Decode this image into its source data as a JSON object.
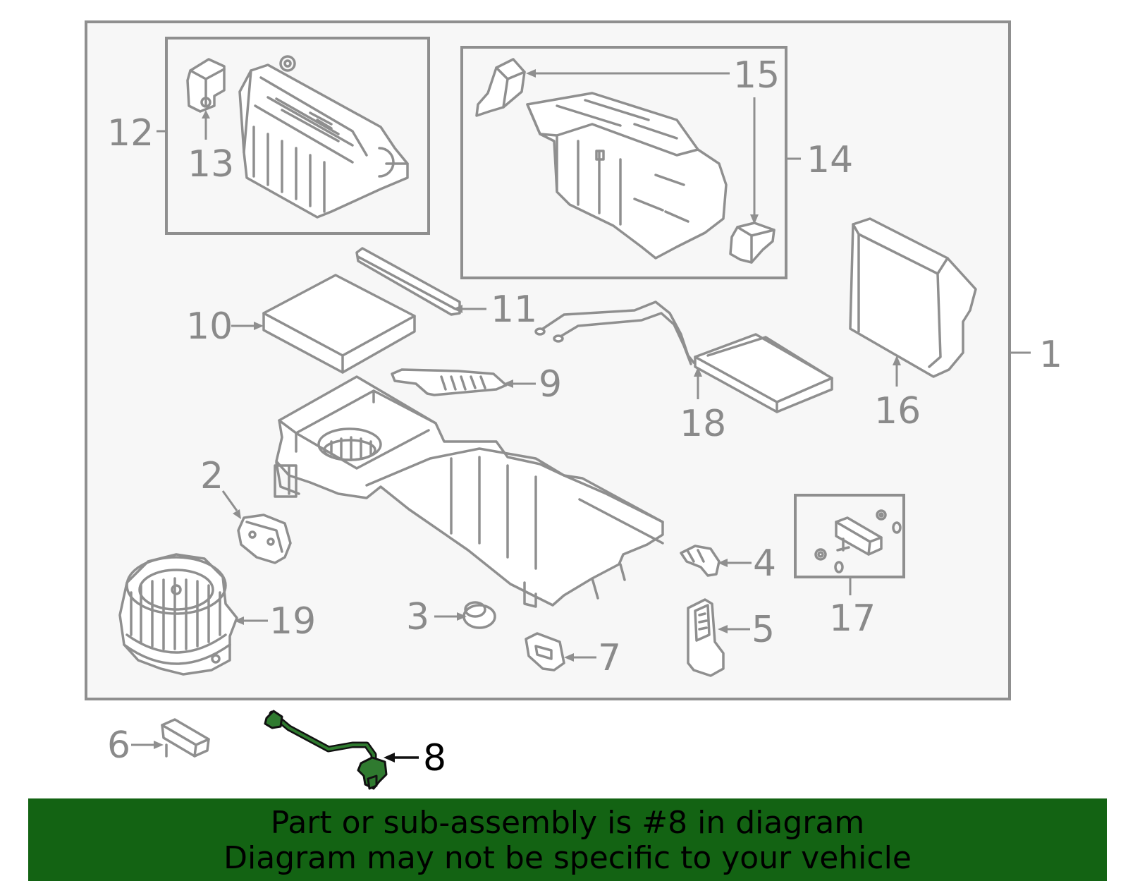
{
  "callouts": {
    "c1": "1",
    "c2": "2",
    "c3": "3",
    "c4": "4",
    "c5": "5",
    "c6": "6",
    "c7": "7",
    "c8": "8",
    "c9": "9",
    "c10": "10",
    "c11": "11",
    "c12": "12",
    "c13": "13",
    "c14": "14",
    "c15": "15",
    "c16": "16",
    "c17": "17",
    "c18": "18",
    "c19": "19"
  },
  "highlight": {
    "part": "8",
    "color": "#2f7a2f"
  },
  "banner": {
    "line1": "Part or sub-assembly is #8 in diagram",
    "line2": "Diagram may not be specific to your vehicle",
    "color": "#136313"
  }
}
